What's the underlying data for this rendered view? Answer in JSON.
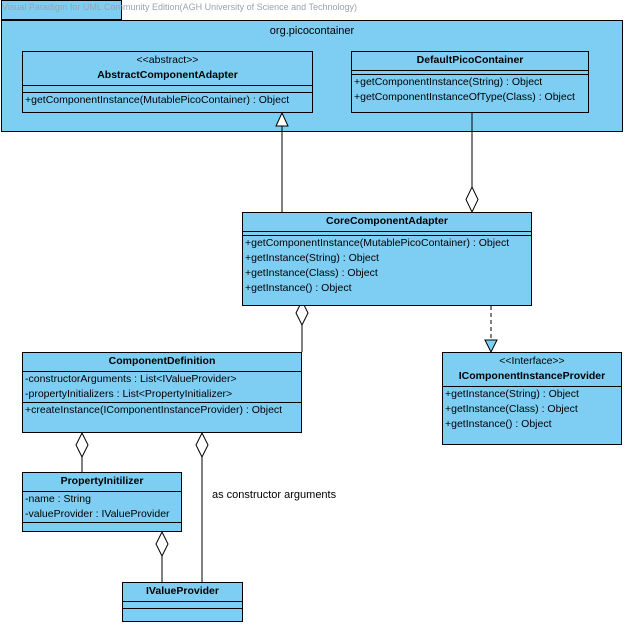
{
  "watermark": "Visual Paradigm for UML Community Edition(AGH University of Science and Technology)",
  "package": {
    "name": "org.picocontainer"
  },
  "classes": {
    "abstract_component_adapter": {
      "stereotype": "<<abstract>>",
      "name": "AbstractComponentAdapter",
      "attributes": [],
      "operations": [
        "+getComponentInstance(MutablePicoContainer) : Object"
      ]
    },
    "default_pico_container": {
      "name": "DefaultPicoContainer",
      "attributes": [],
      "operations": [
        "+getComponentInstance(String) : Object",
        "+getComponentInstanceOfType(Class) : Object"
      ]
    },
    "core_component_adapter": {
      "name": "CoreComponentAdapter",
      "attributes": [],
      "operations": [
        "+getComponentInstance(MutablePicoContainer) : Object",
        "+getInstance(String) : Object",
        "+getInstance(Class) : Object",
        "+getInstance() : Object"
      ]
    },
    "component_definition": {
      "name": "ComponentDefinition",
      "attributes": [
        "-constructorArguments : List<IValueProvider>",
        "-propertyInitializers : List<PropertyInitializer>"
      ],
      "operations": [
        "+createInstance(IComponentInstanceProvider) : Object"
      ]
    },
    "icomponent_instance_provider": {
      "stereotype": "<<Interface>>",
      "name": "IComponentInstanceProvider",
      "attributes": [],
      "operations": [
        "+getInstance(String) : Object",
        "+getInstance(Class) : Object",
        "+getInstance() : Object"
      ]
    },
    "property_initilizer": {
      "name": "PropertyInitilizer",
      "attributes": [
        "-name : String",
        "-valueProvider : IValueProvider"
      ],
      "operations": []
    },
    "ivalue_provider": {
      "name": "IValueProvider",
      "attributes": [],
      "operations": []
    }
  },
  "notes": {
    "constructor_arguments": "as constructor arguments"
  },
  "colors": {
    "class_fill": "#7ecef4",
    "line": "#000000"
  }
}
